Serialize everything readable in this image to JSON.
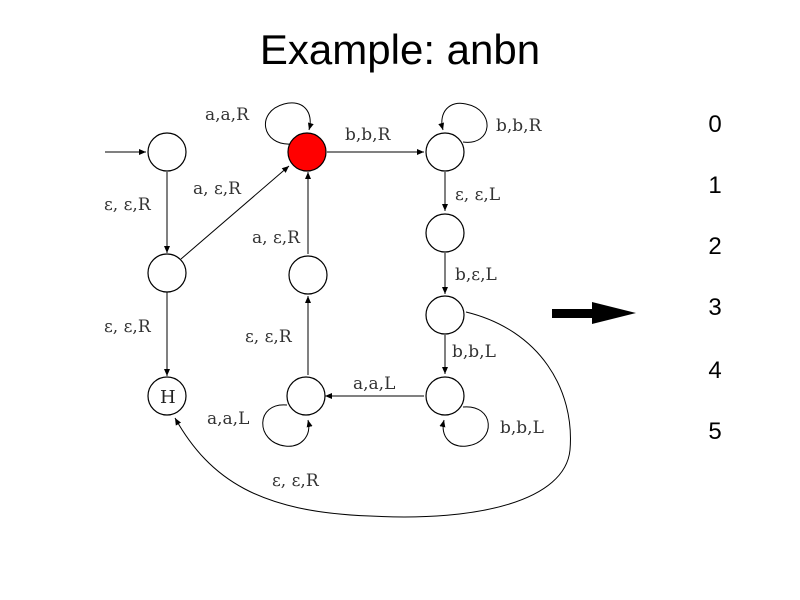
{
  "title": "Example: anbn",
  "tape": [
    "0",
    "1",
    "2",
    "3",
    "4",
    "5"
  ],
  "states": {
    "halt_label": "H"
  },
  "edges": {
    "q0_self": "a,a,R",
    "q0_to_q2": "b,b,R",
    "q2_self": "b,b,R",
    "start_to_qa": "ε, ε,R",
    "qa_to_q0": "a, ε,R",
    "q_mid_to_q0": "a, ε,R",
    "q2_to_q3": "ε, ε,L",
    "q3_to_q4": "b,ε,L",
    "q4_to_q5": "b,b,L",
    "qa_to_h": "ε, ε,R",
    "q6_to_qmid": "ε, ε,R",
    "q5_to_q6": "a,a,L",
    "q6_self": "a,a,L",
    "q5_self": "b,b,L",
    "q4_to_h": "ε, ε,R"
  },
  "colors": {
    "current_state": "#ff0000",
    "pointer": "#000000"
  }
}
